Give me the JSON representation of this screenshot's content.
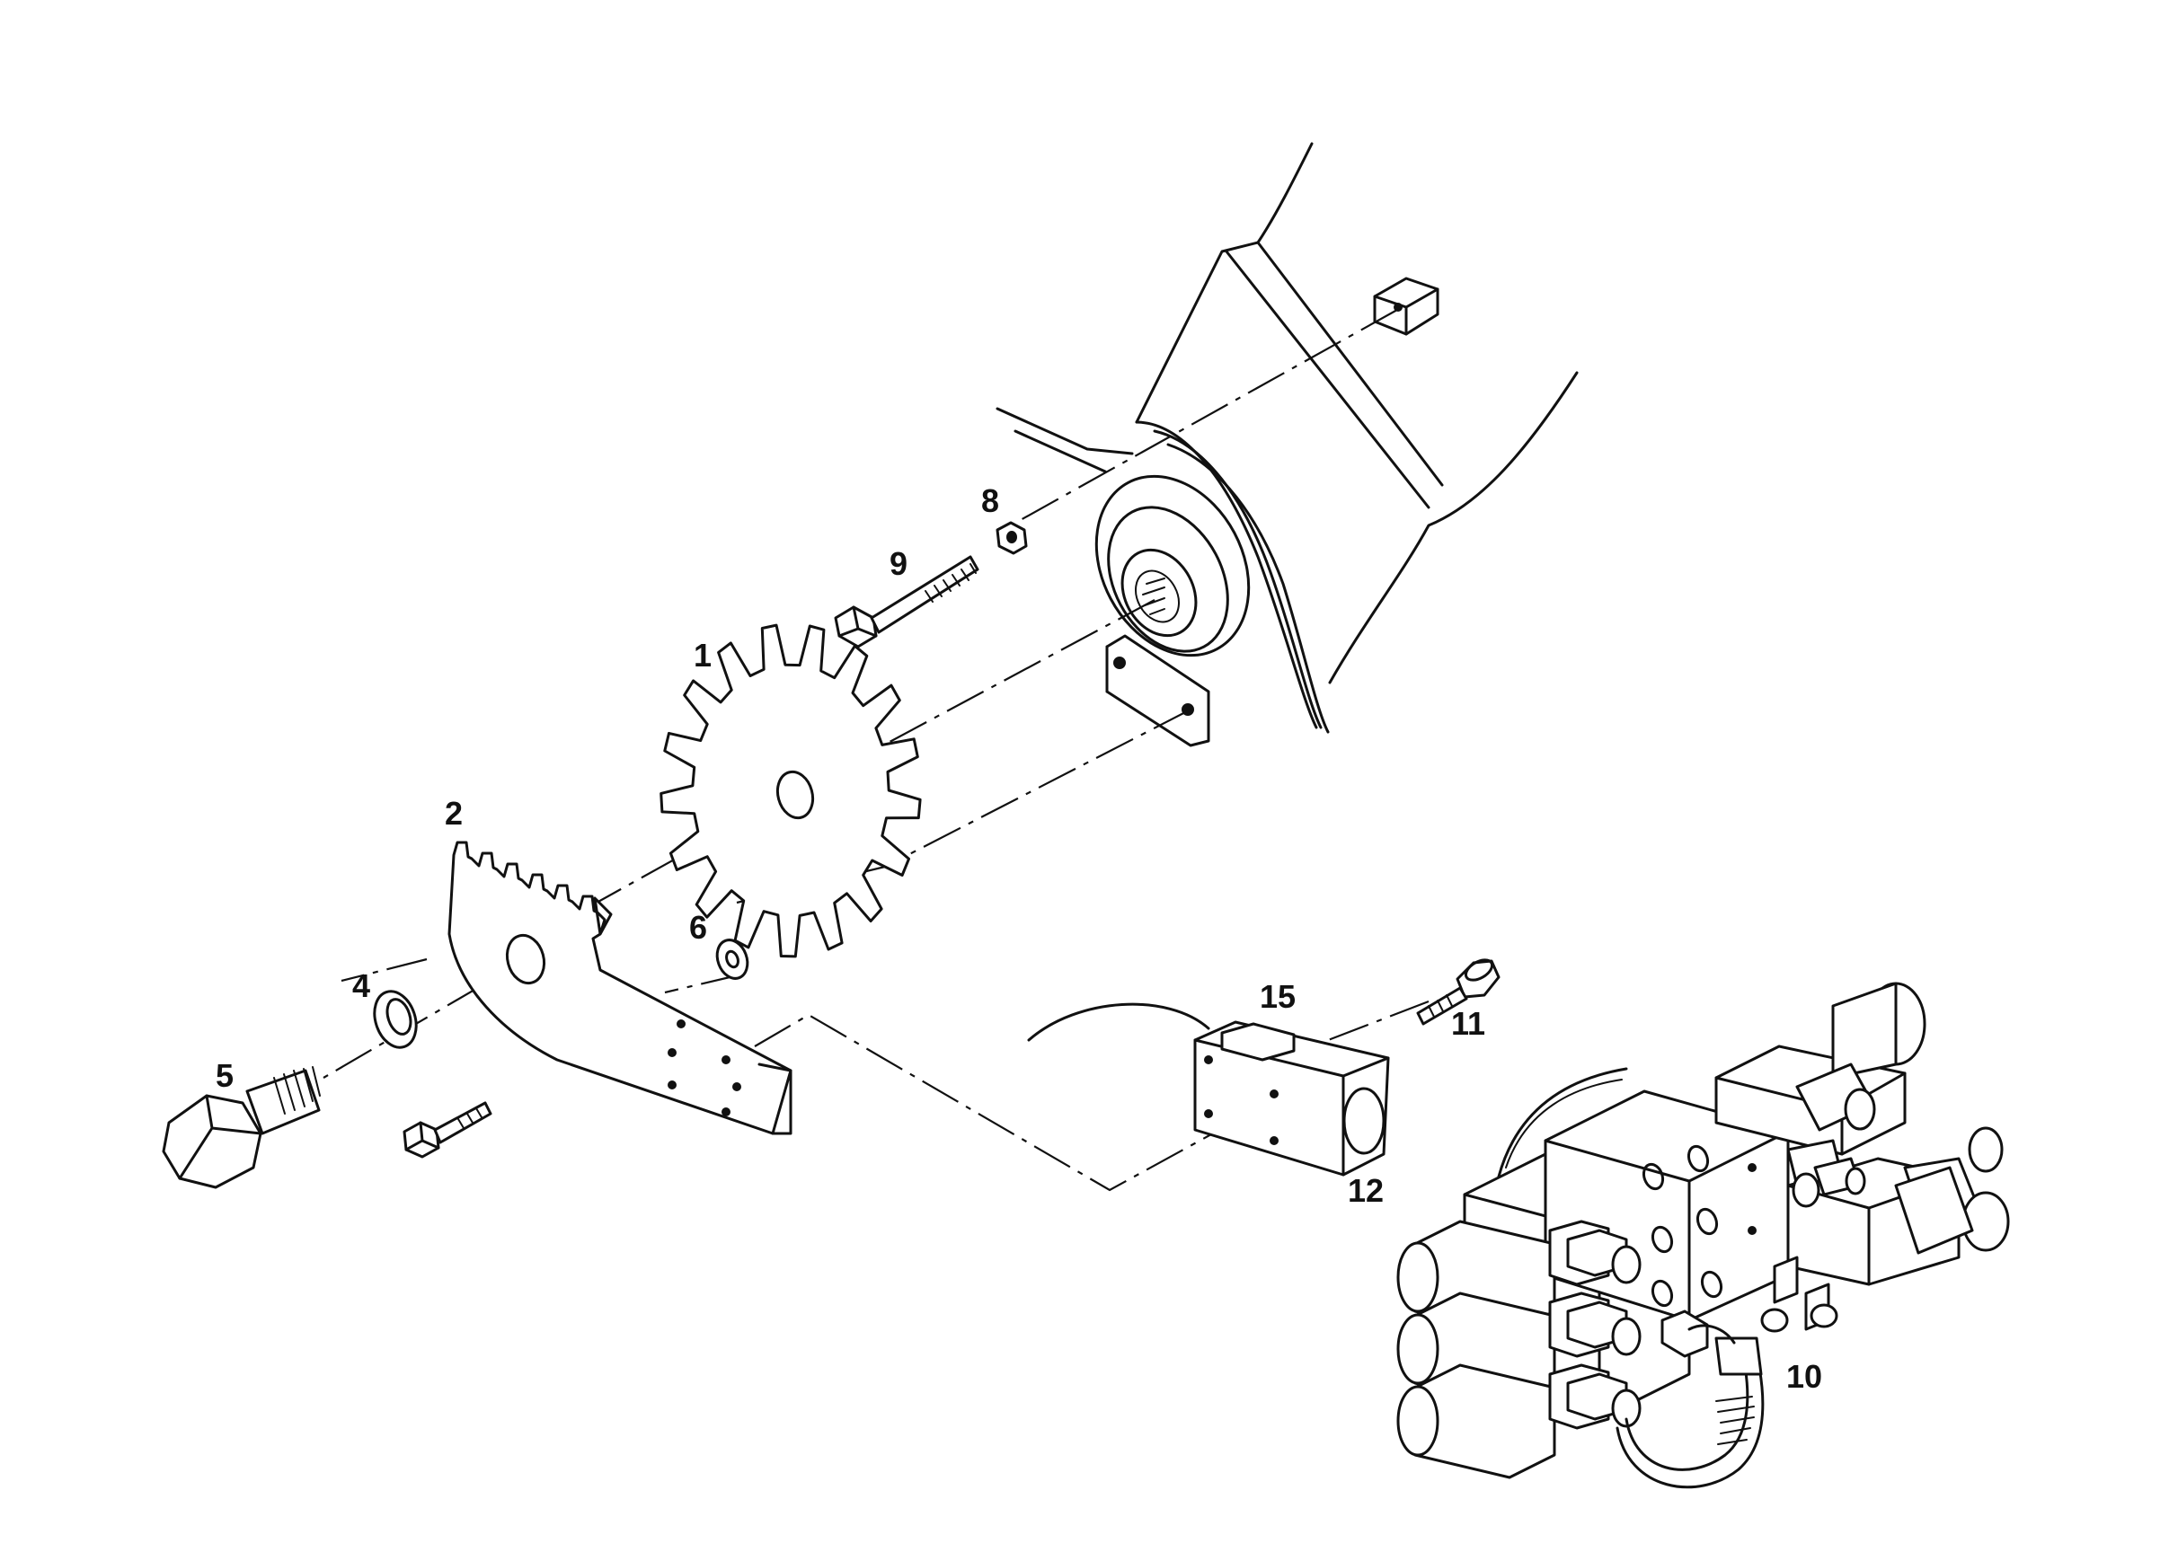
{
  "callouts": {
    "c1": "1",
    "c2": "2",
    "c4": "4",
    "c5": "5",
    "c6": "6",
    "c8": "8",
    "c9": "9",
    "c10": "10",
    "c11": "11",
    "c12": "12",
    "c15": "15"
  },
  "colors": {
    "line": "#111111",
    "background": "#ffffff"
  }
}
